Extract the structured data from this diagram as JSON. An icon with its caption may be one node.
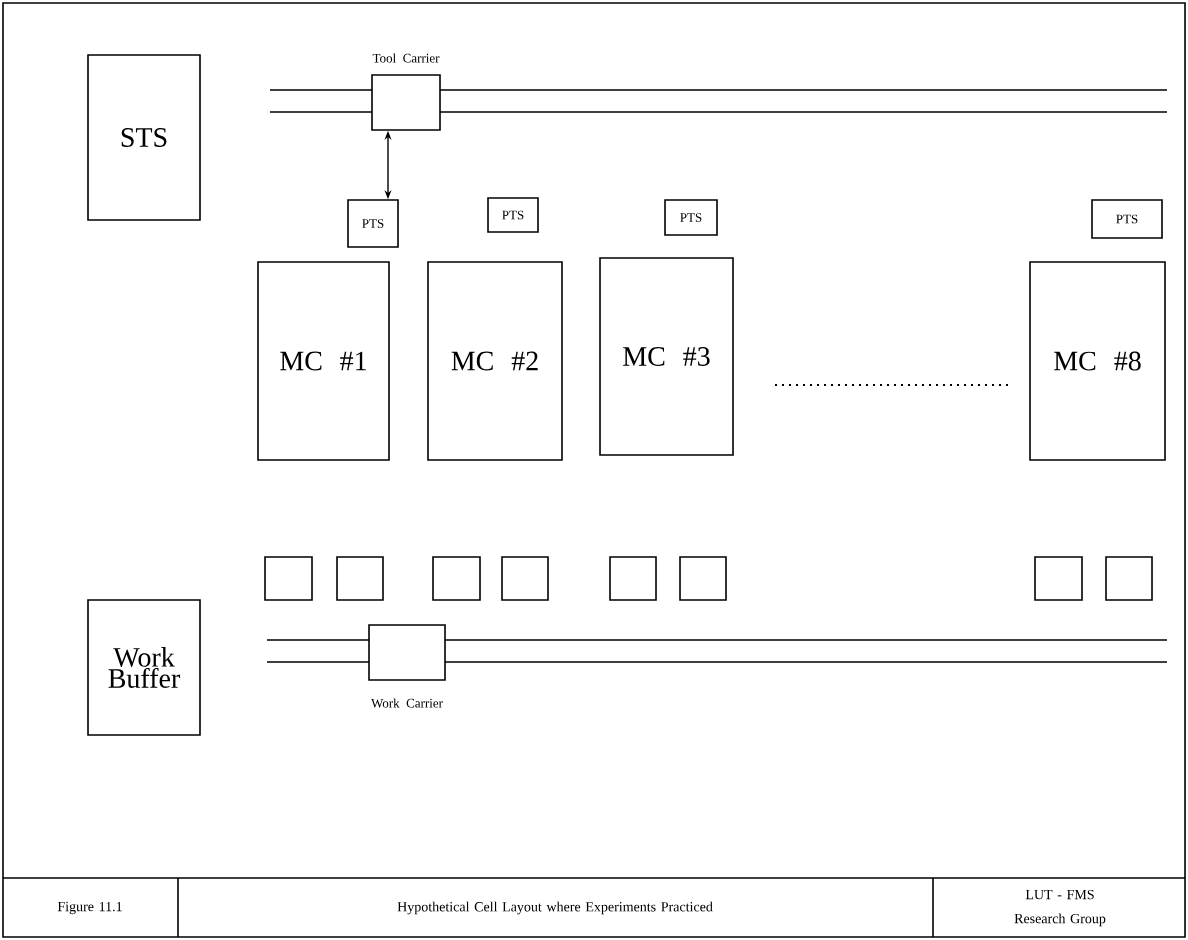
{
  "diagram": {
    "nodes": [
      {
        "text": [
          "STS"
        ]
      },
      {
        "text": [
          "Tool Carrier"
        ]
      },
      {
        "text": [
          "PTS"
        ]
      },
      {
        "text": [
          "PTS"
        ]
      },
      {
        "text": [
          "PTS"
        ]
      },
      {
        "text": [
          "PTS"
        ]
      },
      {
        "text": [
          "MC #1"
        ]
      },
      {
        "text": [
          "MC #2"
        ]
      },
      {
        "text": [
          "MC #3"
        ]
      },
      {
        "text": [
          "MC #8"
        ]
      },
      {
        "text": [],
        "shape": "box"
      },
      {
        "text": [],
        "shape": "box"
      },
      {
        "text": [],
        "shape": "box"
      },
      {
        "text": [],
        "shape": "box"
      },
      {
        "text": [],
        "shape": "box"
      },
      {
        "text": [],
        "shape": "box"
      },
      {
        "text": [],
        "shape": "box"
      },
      {
        "text": [],
        "shape": "box"
      },
      {
        "text": [
          "Work Buffer"
        ]
      },
      {
        "text": [
          "Work Carrier"
        ]
      }
    ],
    "edges": [
      {
        "from": 1,
        "to": 2,
        "arrow": "both"
      }
    ],
    "labels": [
      "Figure 11.1",
      "Hypothetical Cell Layout where Experiments Practiced",
      "LUT - FMS Research Group"
    ]
  }
}
